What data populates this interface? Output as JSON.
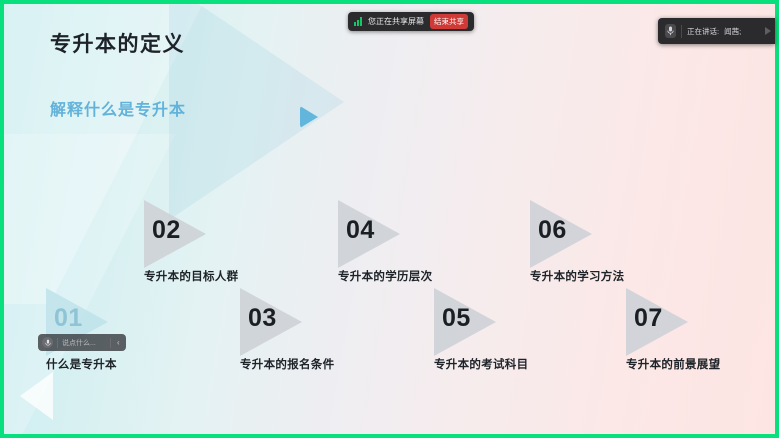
{
  "app": {
    "accent_green": "#07e07c",
    "accent_blue": "#63b2da",
    "danger_red": "#cf3a36"
  },
  "share_banner": {
    "signal_icon": "signal-bars-icon",
    "status_text": "您正在共享屏幕",
    "end_button_label": "结束共享"
  },
  "speaker_strip": {
    "mic_icon": "microphone-icon",
    "label": "正在讲话:",
    "name": "闻茜;",
    "caret_icon": "chevron-right-icon"
  },
  "chat_pill": {
    "mic_icon": "microphone-icon",
    "placeholder": "说点什么...",
    "collapse_icon": "chevron-left-icon"
  },
  "slide": {
    "title": "专升本的定义",
    "subtitle": "解释什么是专升本",
    "play_icon": "play-triangle-icon",
    "items": [
      {
        "number": "01",
        "label": "什么是专升本"
      },
      {
        "number": "02",
        "label": "专升本的目标人群"
      },
      {
        "number": "03",
        "label": "专升本的报名条件"
      },
      {
        "number": "04",
        "label": "专升本的学历层次"
      },
      {
        "number": "05",
        "label": "专升本的考试科目"
      },
      {
        "number": "06",
        "label": "专升本的学习方法"
      },
      {
        "number": "07",
        "label": "专升本的前景展望"
      }
    ]
  }
}
